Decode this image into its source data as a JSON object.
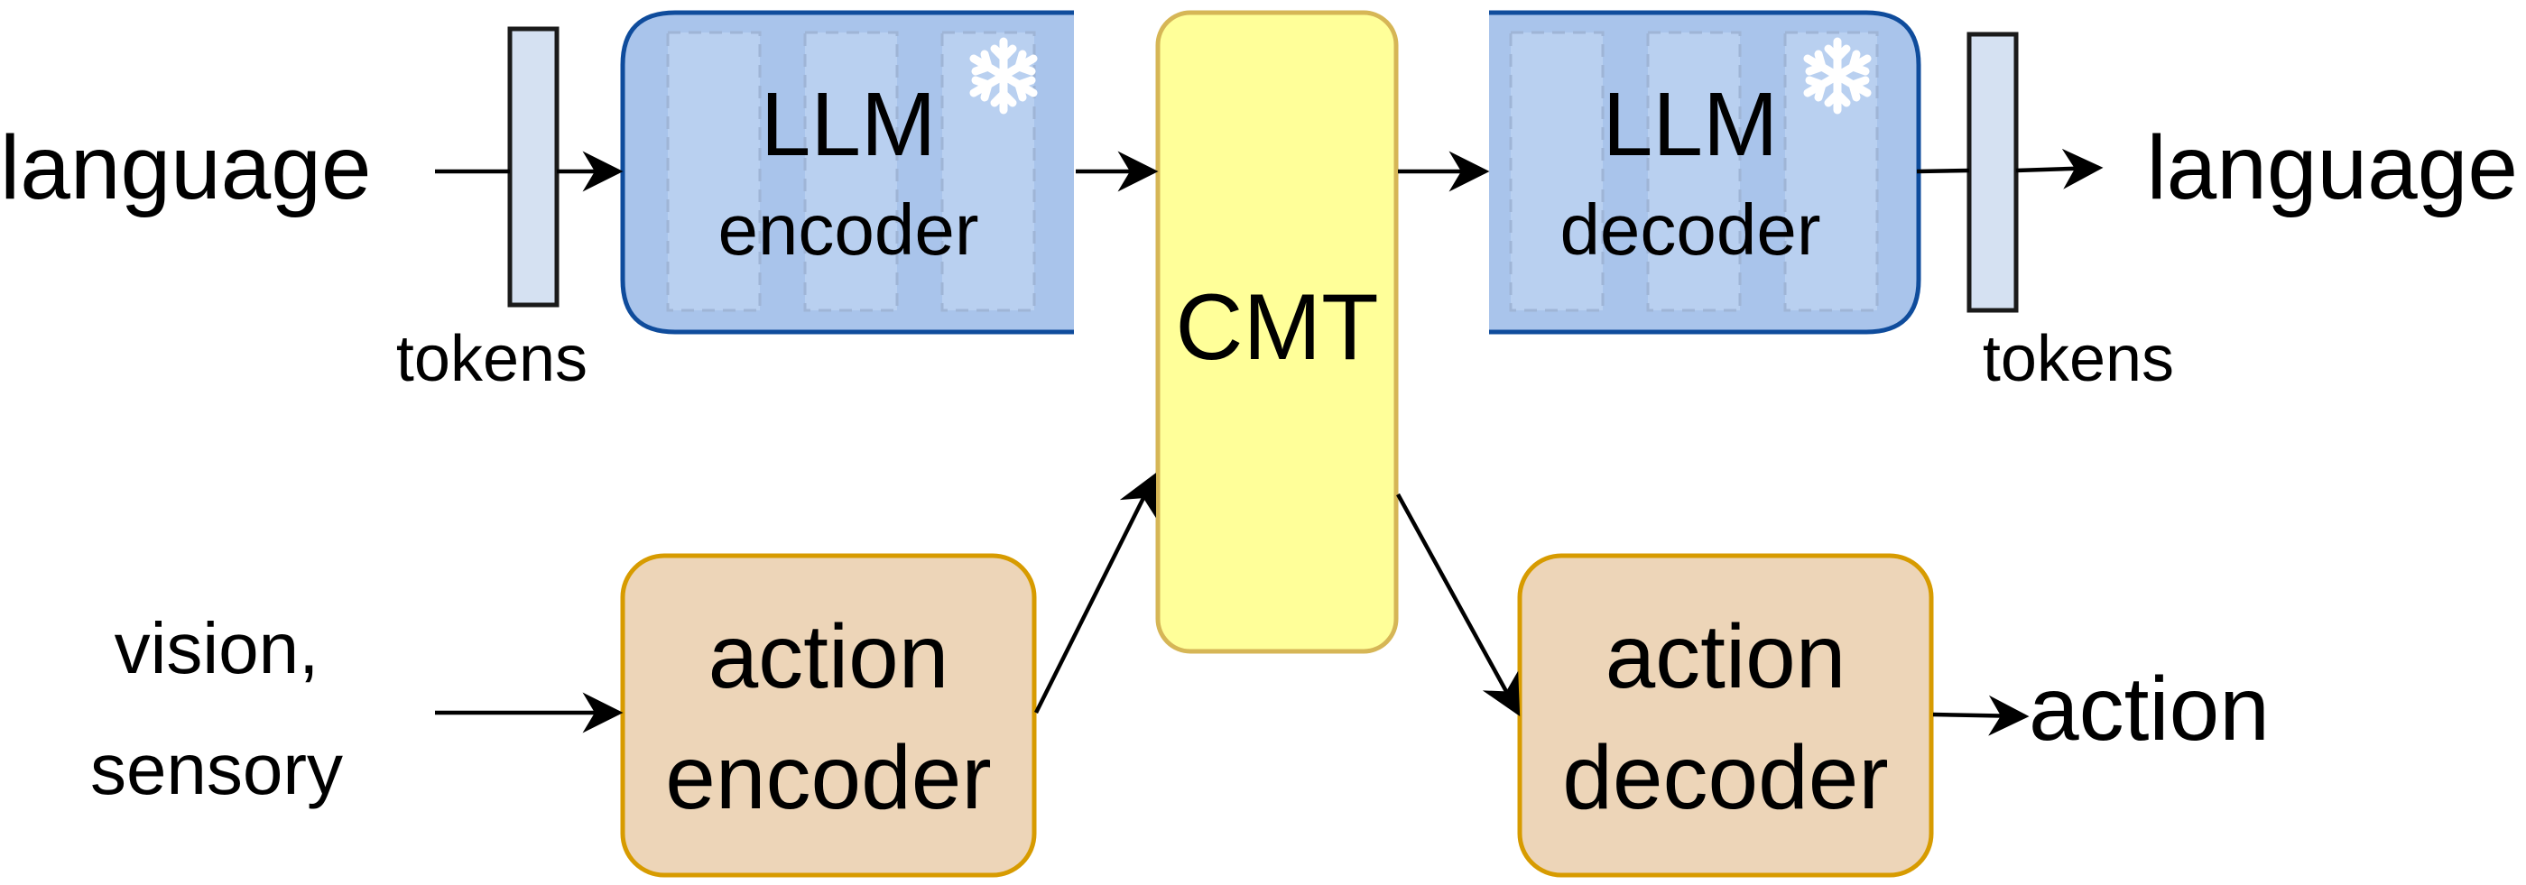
{
  "colors": {
    "llm_fill": "#A9C4EB",
    "llm_stroke": "#0F4C9C",
    "llm_layer_fill": "#B9D0F0",
    "token_fill": "#D5E1F2",
    "cmt_fill": "#FFFF99",
    "cmt_stroke": "#D6B656",
    "action_fill": "#EDD5B8",
    "action_stroke": "#D79B00",
    "snowflake": "#ffffff"
  },
  "inputs": {
    "language": "language",
    "vision_line1": "vision,",
    "vision_line2": "sensory"
  },
  "outputs": {
    "language": "language",
    "action": "action"
  },
  "tokens": {
    "input_label": "tokens",
    "output_label": "tokens"
  },
  "llm_encoder": {
    "title": "LLM",
    "subtitle": "encoder",
    "icon": "snowflake-icon"
  },
  "llm_decoder": {
    "title": "LLM",
    "subtitle": "decoder",
    "icon": "snowflake-icon"
  },
  "cmt": {
    "label": "CMT"
  },
  "action_encoder": {
    "line1": "action",
    "line2": "encoder"
  },
  "action_decoder": {
    "line1": "action",
    "line2": "decoder"
  }
}
